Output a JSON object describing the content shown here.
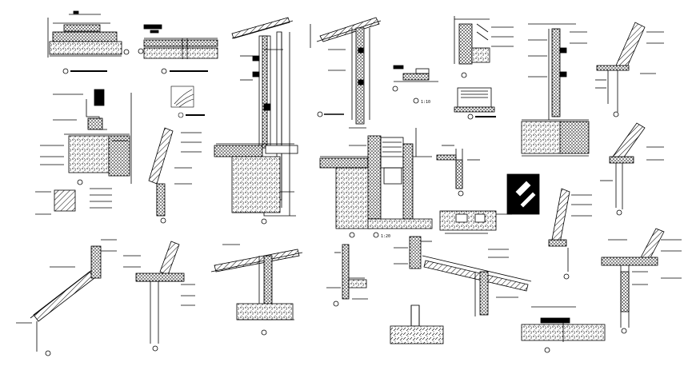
{
  "sheet": {
    "background": "#ffffff",
    "ink": "#000000"
  },
  "details": [
    {
      "kind": "foundation-section",
      "scale_label": "1:10"
    },
    {
      "kind": "wall-base-section"
    },
    {
      "kind": "eave-section"
    },
    {
      "kind": "eave-section"
    },
    {
      "kind": "window-sill-detail"
    },
    {
      "kind": "wall-plan-detail"
    },
    {
      "kind": "roof-wall-junction"
    },
    {
      "kind": "roof-corner-detail"
    },
    {
      "kind": "wood-texture-sample"
    },
    {
      "kind": "plinth-section"
    },
    {
      "kind": "roof-edge-section"
    },
    {
      "kind": "tall-wall-section"
    },
    {
      "kind": "basement-wall-section",
      "scale_label": "1:20"
    },
    {
      "kind": "column-base-detail"
    },
    {
      "kind": "wall-cap-detail"
    },
    {
      "kind": "hatch-swatch"
    },
    {
      "kind": "parapet-detail"
    },
    {
      "kind": "roof-overhang-section"
    },
    {
      "kind": "roof-ridge-section"
    },
    {
      "kind": "cantilever-section"
    },
    {
      "kind": "eave-gutter-section"
    },
    {
      "kind": "wall-footing-detail"
    },
    {
      "kind": "slab-edge-detail"
    },
    {
      "kind": "pitched-roof-section"
    },
    {
      "kind": "floor-joint-plan"
    },
    {
      "kind": "curtain-wall-section"
    }
  ]
}
